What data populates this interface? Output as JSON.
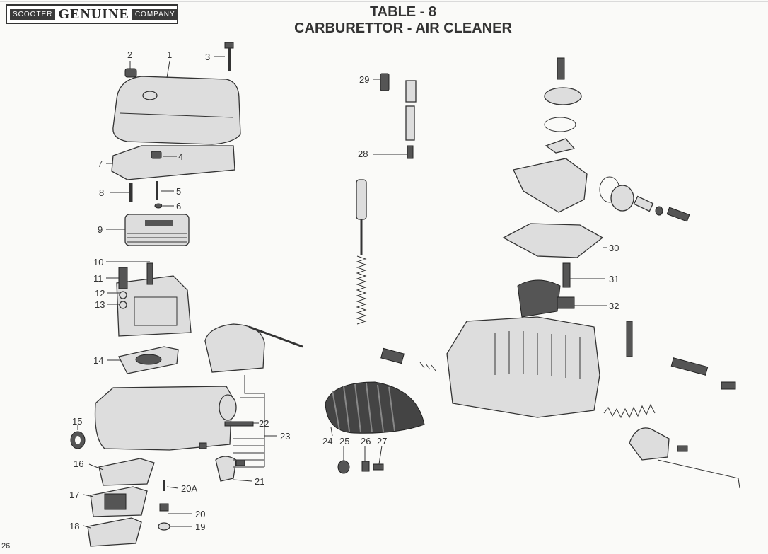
{
  "header": {
    "logo_left": "SCOOTER",
    "logo_main": "GENUINE",
    "logo_right": "COMPANY",
    "title_line1": "TABLE - 8",
    "title_line2": "CARBURETTOR - AIR CLEANER"
  },
  "page_number": "26",
  "callouts": [
    "1",
    "2",
    "3",
    "4",
    "5",
    "6",
    "7",
    "8",
    "9",
    "10",
    "11",
    "12",
    "13",
    "14",
    "15",
    "16",
    "17",
    "18",
    "19",
    "20",
    "20A",
    "21",
    "22",
    "23",
    "24",
    "25",
    "26",
    "27",
    "28",
    "29",
    "30",
    "31",
    "32"
  ],
  "icons": {
    "air_cleaner_cover": "air-cleaner-cover-icon",
    "gasket": "gasket-icon",
    "filter": "air-filter-icon",
    "carburettor_body": "carburettor-body-icon",
    "float_chamber": "float-chamber-icon",
    "rubber_boot": "rubber-boot-icon",
    "needle_jet": "needle-jet-icon",
    "oil_pump": "oil-pump-icon"
  }
}
